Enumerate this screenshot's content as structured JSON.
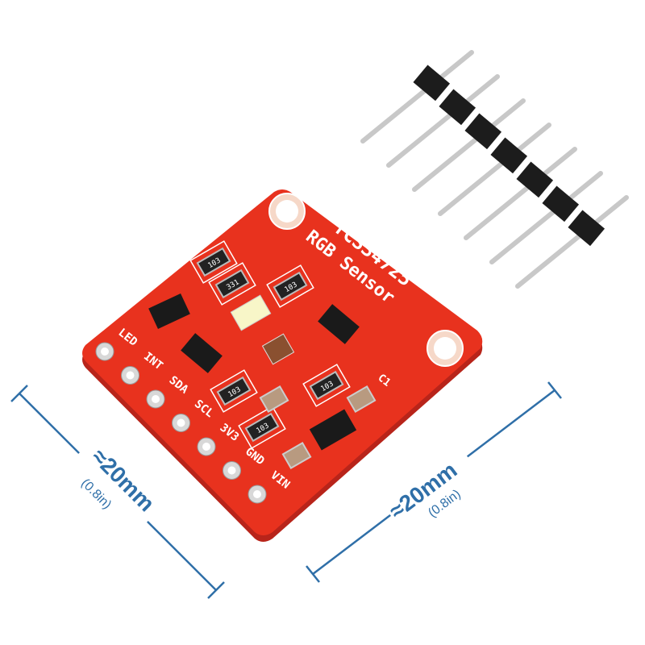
{
  "board": {
    "title": "TCS34725",
    "subtitle": "RGB Sensor",
    "pins": [
      "LED",
      "INT",
      "SDA",
      "SCL",
      "3V3",
      "GND",
      "VIN"
    ],
    "resistor_codes": [
      "103",
      "331",
      "103",
      "103",
      "103",
      "103"
    ],
    "capacitor_label": "C1",
    "board_color": "#e8321e"
  },
  "dimensions": {
    "left": {
      "value": "≈20mm",
      "imperial": "(0.8in)"
    },
    "right": {
      "value": "≈20mm",
      "imperial": "(0.8in)"
    },
    "line_color": "#2f6fa8"
  }
}
